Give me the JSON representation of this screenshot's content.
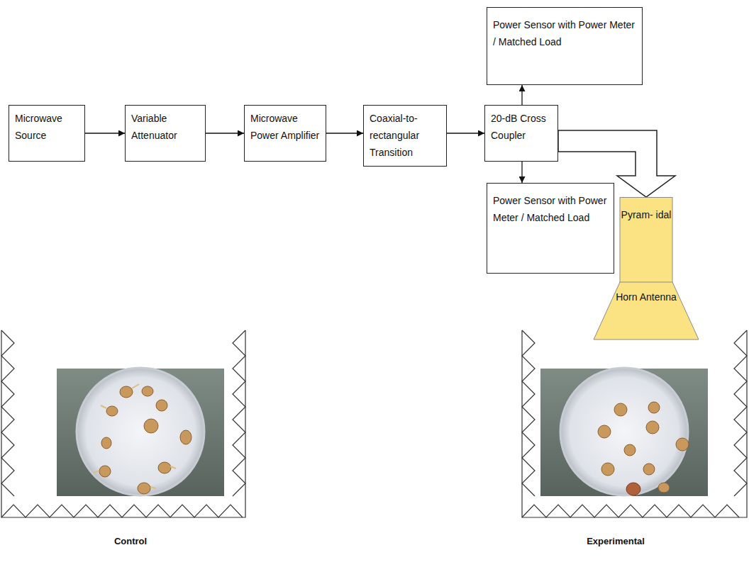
{
  "diagram": {
    "nodes": [
      {
        "text": [
          "Microwave Source"
        ]
      },
      {
        "text": [
          "Variable Attenuator"
        ]
      },
      {
        "text": [
          "Microwave Power Amplifier"
        ]
      },
      {
        "text": [
          "Coaxial-to- rectangular Transition"
        ]
      },
      {
        "text": [
          "20-dB Cross Coupler"
        ]
      },
      {
        "text": [
          "Power Sensor with Power Meter / Matched Load"
        ]
      },
      {
        "text": [
          "Power Sensor with Power Meter / Matched Load"
        ]
      },
      {
        "text": [
          "Pyram- idal",
          "Horn Antenna"
        ]
      }
    ],
    "edges": [
      {
        "from": 0,
        "to": 1,
        "arrow": "to"
      },
      {
        "from": 1,
        "to": 2,
        "arrow": "to"
      },
      {
        "from": 2,
        "to": 3,
        "arrow": "to"
      },
      {
        "from": 3,
        "to": 4,
        "arrow": "to"
      },
      {
        "from": 4,
        "to": 5,
        "arrow": "to"
      },
      {
        "from": 4,
        "to": 6,
        "arrow": "to"
      },
      {
        "from": 4,
        "to": 7,
        "arrow": "to"
      }
    ],
    "labels": [
      "Control",
      "Experimental"
    ]
  }
}
